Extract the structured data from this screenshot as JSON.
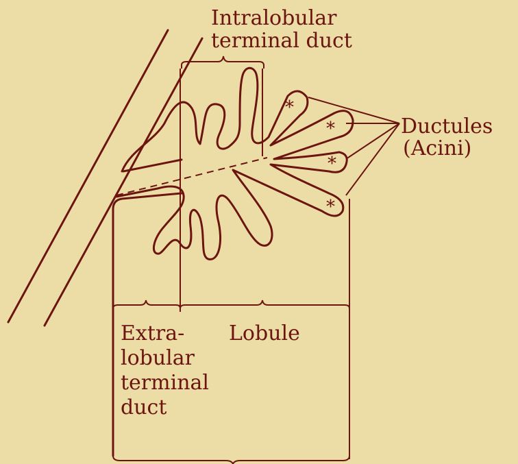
{
  "labels": {
    "intralobular_line1": "Intralobular",
    "intralobular_line2": "terminal duct",
    "ductules_line1": "Ductules",
    "ductules_line2": "(Acini)",
    "extralobular_line1": "Extra-",
    "extralobular_line2": "lobular",
    "extralobular_line3": "terminal",
    "extralobular_line4": "duct",
    "lobule": "Lobule"
  },
  "markers": {
    "acinus_star": "*"
  },
  "colors": {
    "background": "#ECDDA6",
    "ink": "#6B1410"
  }
}
